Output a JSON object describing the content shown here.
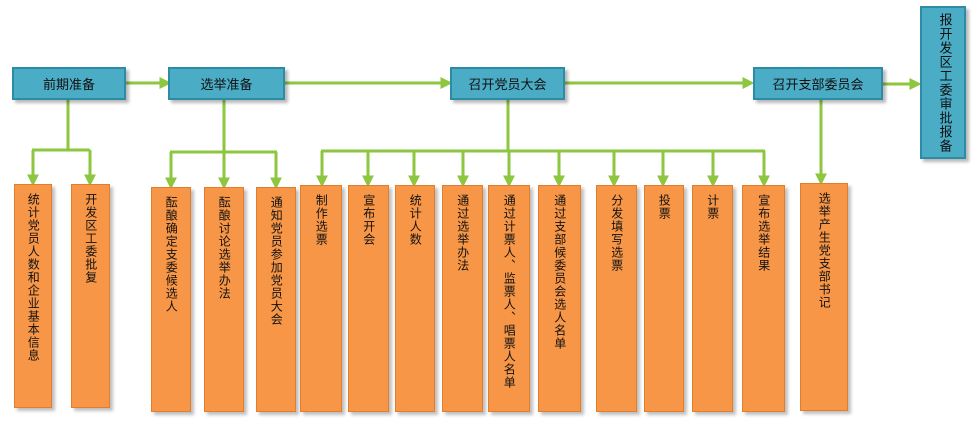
{
  "stages": [
    {
      "id": "prep",
      "label": "前期准备"
    },
    {
      "id": "elect-prep",
      "label": "选举准备"
    },
    {
      "id": "member-congress",
      "label": "召开党员大会"
    },
    {
      "id": "branch-committee",
      "label": "召开支部委员会"
    },
    {
      "id": "report",
      "label": "报开发区工委审批报备"
    }
  ],
  "tasks": [
    {
      "label": "统计党员人数和企业基本信息"
    },
    {
      "label": "开发区工委批复"
    },
    {
      "label": "酝酿确定支委候选人"
    },
    {
      "label": "酝酿讨论选举办法"
    },
    {
      "label": "通知党员参加党员大会"
    },
    {
      "label": "制作选票"
    },
    {
      "label": "宣布开会"
    },
    {
      "label": "统计人数"
    },
    {
      "label": "通过选举办法"
    },
    {
      "label": "通过计票人、监票人、唱票人名单"
    },
    {
      "label": "通过支部候委员会选人名单"
    },
    {
      "label": "分发填写选票"
    },
    {
      "label": "投票"
    },
    {
      "label": "计票"
    },
    {
      "label": "宣布选举结果"
    },
    {
      "label": "选举产生党支部书记"
    }
  ],
  "colors": {
    "stage_fill": "#4BACC6",
    "task_fill": "#F79646",
    "connector": "#8DC63F"
  }
}
